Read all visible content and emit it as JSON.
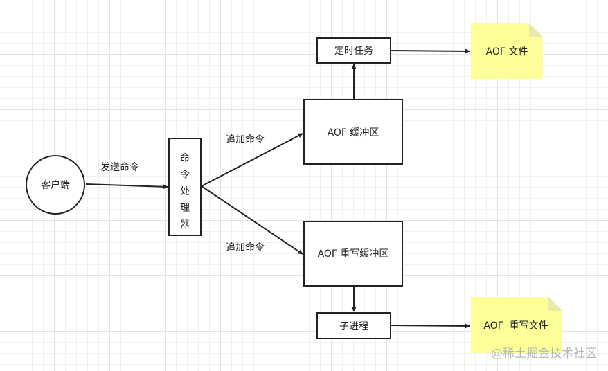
{
  "nodes": {
    "client": "客户端",
    "cmd_processor_lines": [
      "命",
      "令",
      "处",
      "理",
      "器"
    ],
    "timer_task": "定时任务",
    "aof_buffer": "AOF 缓冲区",
    "aof_file": "AOF 文件",
    "aof_rewrite_buffer": "AOF 重写缓冲区",
    "child_process": "子进程",
    "aof_rewrite_file": "AOF  重写文件"
  },
  "edges": {
    "send_command": "发送命令",
    "append_command_top": "追加命令",
    "append_command_bottom": "追加命令"
  },
  "watermark": "@稀土掘金技术社区",
  "colors": {
    "stroke": "#222222",
    "note_fill": "#ffff99"
  }
}
